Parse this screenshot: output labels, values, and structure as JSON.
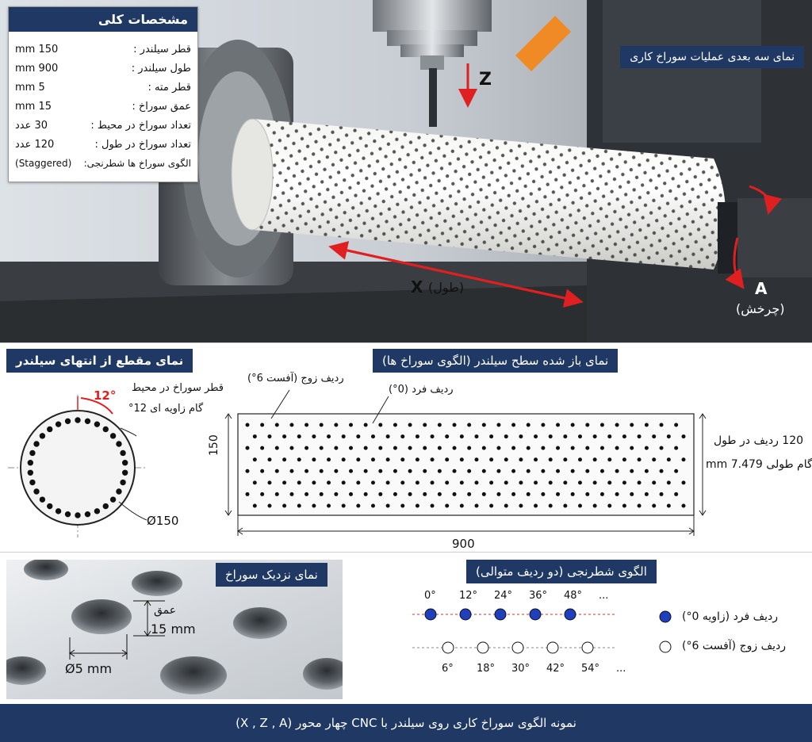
{
  "specs": {
    "title": "مشخصات کلی",
    "rows": [
      {
        "label": "قطر سیلندر :",
        "value": "150 mm"
      },
      {
        "label": "طول سیلندر :",
        "value": "900 mm"
      },
      {
        "label": "قطر مته :",
        "value": "5 mm"
      },
      {
        "label": "عمق سوراخ :",
        "value": "15 mm"
      },
      {
        "label": "تعداد سوراخ در محیط :",
        "value": "30 عدد"
      },
      {
        "label": "تعداد سوراخ در طول :",
        "value": "120 عدد"
      },
      {
        "label": "الگوی سوراخ ها شطرنجی:",
        "value": "(Staggered)"
      }
    ]
  },
  "photo": {
    "title_3d": "نمای سه بعدی عملیات سوراخ کاری",
    "axis_z": "Z",
    "axis_x_letter": "X",
    "axis_x_label": "(طول)",
    "axis_a_letter": "A",
    "axis_a_label": "(چرخش)"
  },
  "section_view": {
    "title": "نمای مقطع از انتهای سیلندر",
    "pitch_angle": "12°",
    "hole_label": "قطر سوراخ در محیط",
    "angle_label": "گام زاویه ای 12°",
    "diameter": "Ø150"
  },
  "unrolled_view": {
    "title": "نمای باز شده سطح سیلندر (الگوی سوراخ ها)",
    "even_row_label": "ردیف زوج (آفست 6°)",
    "odd_row_label": "ردیف فرد (0°)",
    "height_dim": "150",
    "width_dim": "900",
    "rows_label": "120 ردیف در طول",
    "pitch_label": "گام طولی 7.479 mm"
  },
  "closeup": {
    "title": "نمای نزدیک سوراخ",
    "depth_label": "عمق",
    "depth_value": "15 mm",
    "diameter": "Ø5 mm"
  },
  "stagger": {
    "title": "الگوی شطرنجی (دو ردیف متوالی)",
    "odd_angles": [
      "0°",
      "12°",
      "24°",
      "36°",
      "48°",
      "..."
    ],
    "even_angles": [
      "6°",
      "18°",
      "30°",
      "42°",
      "54°",
      "..."
    ],
    "legend_odd": "ردیف فرد (زاویه 0°)",
    "legend_even": "ردیف زوج (آفست 6°)",
    "color_odd": "#1f3fbf",
    "color_line": "#c0392b"
  },
  "footer": {
    "caption": "نمونه الگوی سوراخ کاری روی سیلندر با CNC چهار محور (X , Z , A)"
  }
}
